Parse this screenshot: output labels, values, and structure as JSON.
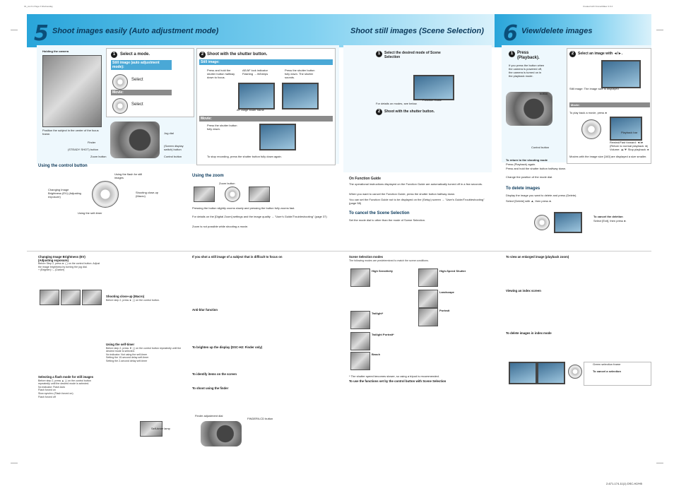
{
  "header": {
    "left": "01_cov.fm  Page 2  Wednesday,",
    "right": "Created with FrameMaker 4.0.4",
    "footer_code": "2-671-174-11(1)  DSC-H2/H5"
  },
  "sec5": {
    "number": "5",
    "title": "Shoot images easily (Auto adjustment mode)",
    "holding_camera": "Holding the camera",
    "position_note": "Position the subject in the center of the focus frame.",
    "step1": {
      "num": "1",
      "title": "Select a mode.",
      "still_label": "Still image (auto adjustment mode):",
      "select_still": "Select",
      "movie_label": "Movie:",
      "select_movie": "Select"
    },
    "step2": {
      "num": "2",
      "title": "Shoot with the shutter button.",
      "still_label": "Still image:",
      "col1": "Press and hold the shutter button halfway down to focus.",
      "col2": "AE/AF lock indicator Flashing → lit/beeps",
      "col3": "Press the shutter button fully down. The shutter sounds.",
      "af_frame": "AF range finder frame",
      "movie_label": "Movie:",
      "movie_text": "Press the shutter button fully down.",
      "stop_text": "To stop recording, press the shutter button fully down again."
    },
    "callouts": {
      "finder": "Finder",
      "steady": "(STEADY SHOT) button",
      "zoom_btn": "Zoom button",
      "jog": "Jog dial",
      "screen": "(Screen display switch) button",
      "control": "Control button"
    },
    "using_control": "Using the control button",
    "ctrl_flash": "Using the flash for still images",
    "ctrl_brightness": "Changing Image Brightness (EV) (Adjusting exposure)",
    "ctrl_closeup": "Shooting close-up (Macro)",
    "ctrl_timer": "Using the self-timer",
    "using_zoom": "Using the zoom",
    "zoom_lever": "Zoom button",
    "zoom_text": "Pressing the button slightly zooms slowly and pressing the button fully zooms fast.",
    "zoom_note1": "For details on the [Digital Zoom] settings and the image quality → \"User's Guide/Troubleshooting\" (page 37)",
    "zoom_note2": "Zoom is not possible while shooting a movie."
  },
  "scene": {
    "title": "Shoot still images (Scene Selection)",
    "step1_num": "1",
    "step1": "Select the desired mode of Scene Selection",
    "function_guide": "Function Guide",
    "movie_note": "For details on modes, see below.",
    "step2_num": "2",
    "step2": "Shoot with the shutter button.",
    "on_function_guide": "On Function Guide",
    "fg_text1": "The operational instructions displayed on the Function Guide are automatically turned off in a few seconds.",
    "fg_text2": "When you want to cancel the Function Guide, press the shutter button halfway down.",
    "fg_text3": "You can set the Function Guide not to be displayed on the (Setup) screen → \"User's Guide/Troubleshooting\" (page 58)",
    "cancel_title": "To cancel the Scene Selection",
    "cancel_text": "Set the mode dial to other than the mode of Scene Selection."
  },
  "sec6": {
    "number": "6",
    "title": "View/delete images",
    "step1_num": "1",
    "step1": "Press (Playback).",
    "step1_note": "If you press the button when the camera is powered off, the camera is turned on in the playback mode.",
    "step2_num": "2",
    "step2": "Select an image with ◄/►.",
    "still_label": "Still image: The image size is displayed",
    "movie_label": "Movie:",
    "play_text": "To play back a movie, press ●",
    "playback_bar": "Playback bar",
    "rewind": "Rewind/Fast forward: ◄/► (Return to normal playback: ●) Volume: ▲/▼ Stop playback: ●",
    "movie_note": "Movies with the image size [160] are displayed a size smaller.",
    "button_label": "button",
    "control_button": "Control button",
    "return_title": "To return to the shooting mode",
    "return_items": [
      "Press (Playback) again.",
      "Press and hold the shutter button halfway down.",
      "Change the position of the mode dial."
    ],
    "delete_title": "To delete images",
    "delete_steps": [
      "Display the image you want to delete and press (Delete).",
      "Select [Delete] with ▲, then press ●."
    ],
    "cancel_delete": "To cancel the deletion",
    "cancel_delete_text": "Select [Exit], then press ●."
  },
  "bottom": {
    "ev_title": "Changing Image Brightness (EV) (Adjusting exposure)",
    "ev_text": "Before Step 2, press ► ( ) on the control button. Adjust the image brightness by turning the jog dial.",
    "ev_range": "+ (Brighter) / – (Darker)",
    "flash_title": "Selecting a flash mode for still images",
    "flash_text": "Before step 2, press ▲ ( ) on the control button repeatedly until the desired mode is selected.",
    "flash_modes": [
      "No indicator: Flash Auto",
      "Flash forced on",
      "Slow synchro (Flash forced on)",
      "Flash forced off"
    ],
    "macro_title": "Shooting close-up (Macro)",
    "macro_text": "Before step 2, press ► ( ) on the control button.",
    "timer_title": "Using the self-timer",
    "timer_text": "Before step 2, press ▼ ( ) on the control button repeatedly until the desired mode is selected.",
    "timer_modes": [
      "No indicator: Not using the self-timer",
      "Setting the 10-second delay self-timer",
      "Setting the 2-second delay self-timer"
    ],
    "timer_lamp": "Self-timer lamp",
    "blurry_title": "If you shot a still image of a subject that is difficult to focus on",
    "antiblur_title": "Anti-blur function",
    "finder_title": "To brighten up the display (DSC-H2: Finder only)",
    "identify_title": "To identify items on the screen",
    "finder_use_title": "To shoot using the finder",
    "finder_adj": "Finder adjustment dial",
    "finder_btn": "FINDER/LCD button",
    "scene_modes_title": "Scene Selection modes",
    "scene_modes_text": "The following modes are predetermined to match the scene conditions.",
    "modes": [
      "High Sensitivity",
      "High-Speed Shutter",
      "Landscape",
      "Portrait",
      "Twilight*",
      "Twilight Portrait*",
      "Beach"
    ],
    "scene_note": "* The shutter speed becomes slower, so using a tripod is recommended.",
    "ctrl_scene_title": "To use the functions set by the control button with Scene Selection",
    "enlarged_title": "To view an enlarged image (playback zoom)",
    "index_title": "Viewing an index screen",
    "delete_index_title": "To delete images in index mode",
    "green_frame": "Green selection frame",
    "cancel_sel": "To cancel a selection"
  },
  "colors": {
    "band": "#29a5da",
    "title": "#0b3a5c",
    "panel": "#eef8fd"
  }
}
